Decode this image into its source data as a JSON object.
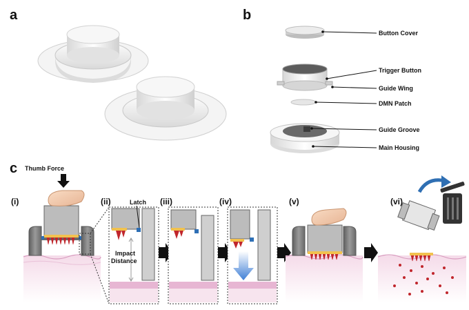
{
  "panels": {
    "a": "a",
    "b": "b",
    "c": "c"
  },
  "panel_b_labels": {
    "button_cover": "Button Cover",
    "trigger_button": "Trigger Button",
    "guide_wing": "Guide Wing",
    "dmn_patch": "DMN Patch",
    "guide_groove": "Guide Groove",
    "main_housing": "Main Housing"
  },
  "panel_c": {
    "thumb_force": "Thumb Force",
    "steps": [
      "(i)",
      "(ii)",
      "(iii)",
      "(iv)",
      "(v)",
      "(vi)"
    ],
    "latch": "Latch",
    "impact_distance_line1": "Impact",
    "impact_distance_line2": "Distance"
  },
  "colors": {
    "housing_gray": "#7a7a7a",
    "button_gray": "#b9b9b9",
    "skin_pink": "#f3d7e6",
    "skin_band": "#e7b6d3",
    "needle_red": "#c0262c",
    "patch_yellow": "#f2c14e",
    "latch_blue": "#2e6fb5",
    "arrow_blue": "#3f7fd6",
    "recycle_blue": "#2f6fb3"
  }
}
